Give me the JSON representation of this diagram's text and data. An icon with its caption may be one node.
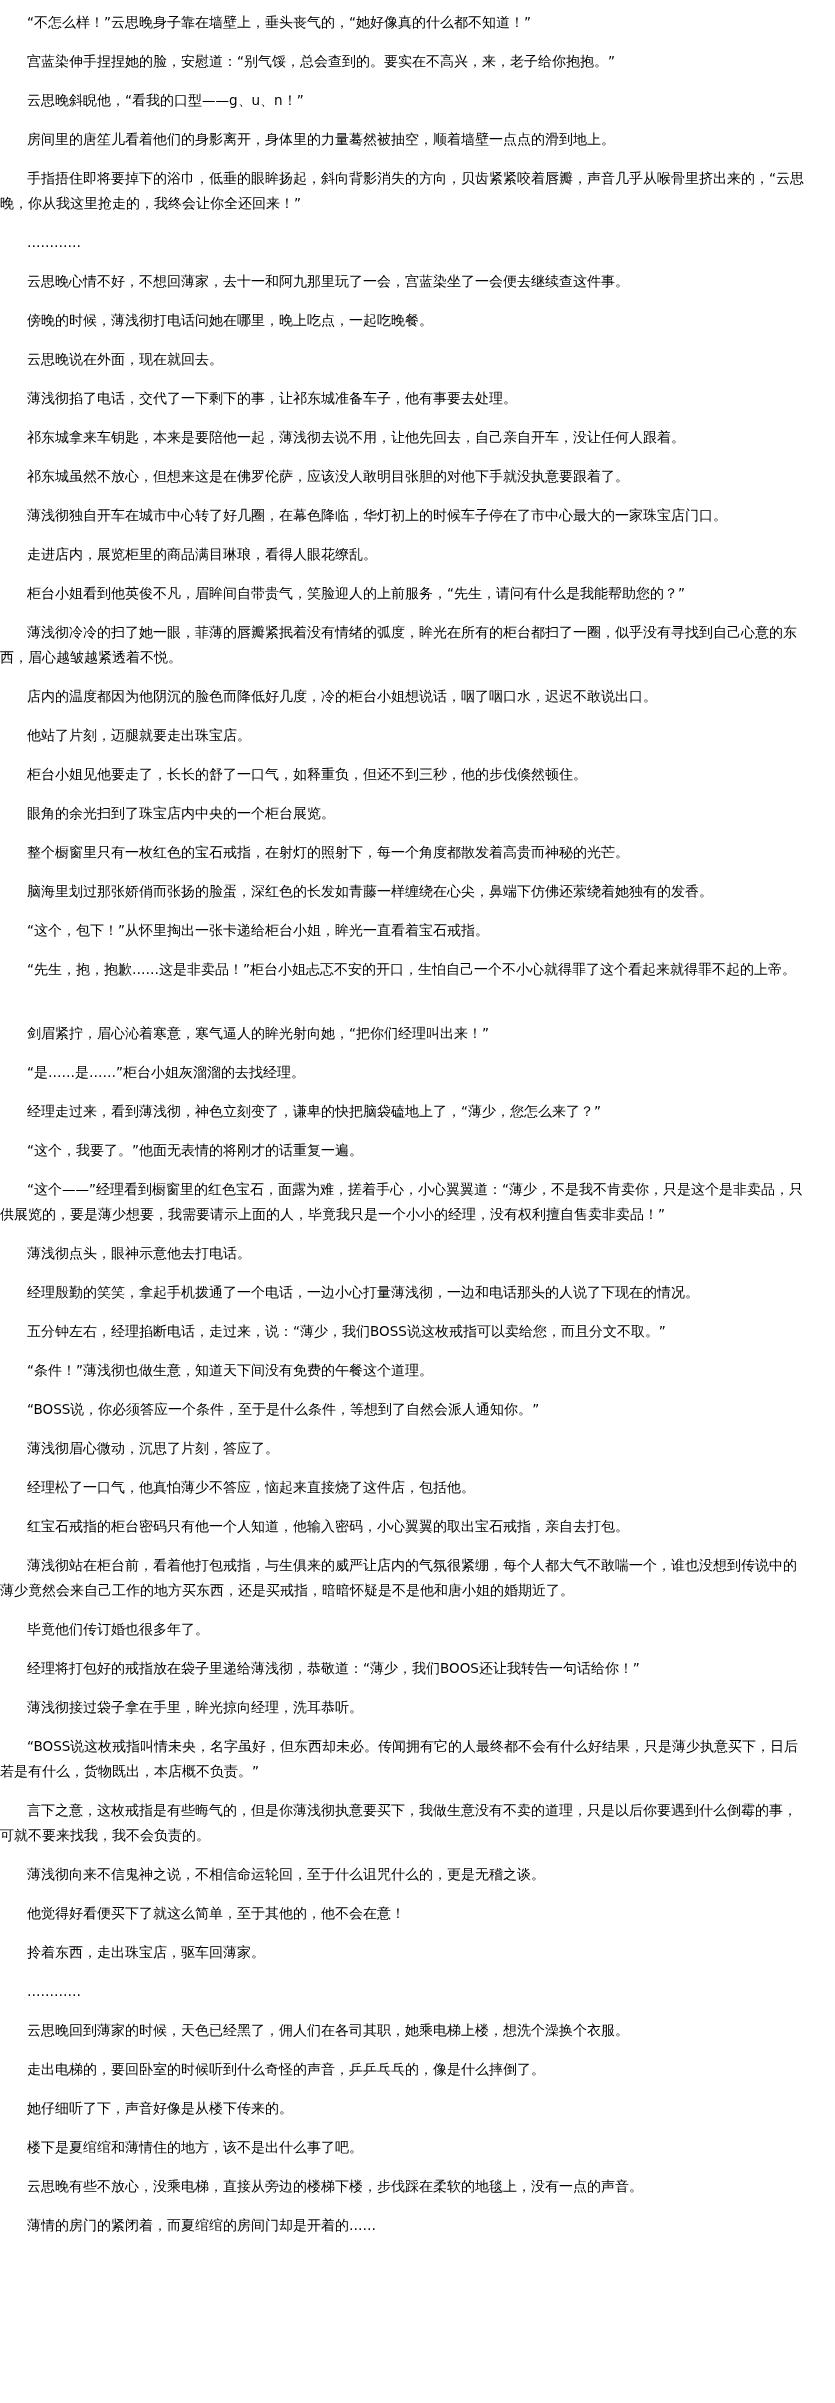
{
  "diagram": {
    "labels": [
      "“不怎么样！”云思晚身子靠在墙壁上，垂头丧气的，“她好像真的什么都不知道！”",
      "宫蓝染伸手捏捏她的脸，安慰道：“别气馁，总会查到的。要实在不高兴，来，老子给你抱抱。”",
      "云思晚斜睨他，“看我的口型——g、u、n！”",
      "房间里的唐笙儿看着他们的身影离开，身体里的力量蓦然被抽空，顺着墙壁一点点的滑到地上。",
      "手指捂住即将要掉下的浴巾，低垂的眼眸扬起，斜向背影消失的方向，贝齿紧紧咬着唇瓣，声音几乎从喉骨里挤出来的，“云思晚，你从我这里抢走的，我终会让你全还回来！”",
      "…………",
      "云思晚心情不好，不想回薄家，去十一和阿九那里玩了一会，宫蓝染坐了一会便去继续查这件事。",
      "傍晚的时候，薄浅彻打电话问她在哪里，晚上吃点，一起吃晚餐。",
      "云思晚说在外面，现在就回去。",
      "薄浅彻掐了电话，交代了一下剩下的事，让祁东城准备车子，他有事要去处理。",
      "祁东城拿来车钥匙，本来是要陪他一起，薄浅彻去说不用，让他先回去，自己亲自开车，没让任何人跟着。",
      "祁东城虽然不放心，但想来这是在佛罗伦萨，应该没人敢明目张胆的对他下手就没执意要跟着了。",
      "薄浅彻独自开车在城市中心转了好几圈，在幕色降临，华灯初上的时候车子停在了市中心最大的一家珠宝店门口。",
      "走进店内，展览柜里的商品满目琳琅，看得人眼花缭乱。",
      "柜台小姐看到他英俊不凡，眉眸间自带贵气，笑脸迎人的上前服务，“先生，请问有什么是我能帮助您的？”",
      "薄浅彻冷冷的扫了她一眼，菲薄的唇瓣紧抿着没有情绪的弧度，眸光在所有的柜台都扫了一圈，似乎没有寻找到自己心意的东西，眉心越皱越紧透着不悦。",
      "店内的温度都因为他阴沉的脸色而降低好几度，冷的柜台小姐想说话，咽了咽口水，迟迟不敢说出口。",
      "他站了片刻，迈腿就要走出珠宝店。",
      "柜台小姐见他要走了，长长的舒了一口气，如释重负，但还不到三秒，他的步伐倏然顿住。",
      "眼角的余光扫到了珠宝店内中央的一个柜台展览。",
      "整个橱窗里只有一枚红色的宝石戒指，在射灯的照射下，每一个角度都散发着高贵而神秘的光芒。",
      "脑海里划过那张娇俏而张扬的脸蛋，深红色的长发如青藤一样缠绕在心尖，鼻端下仿佛还萦绕着她独有的发香。",
      "“这个，包下！”从怀里掏出一张卡递给柜台小姐，眸光一直看着宝石戒指。",
      "“先生，抱，抱歉……这是非卖品！”柜台小姐忐忑不安的开口，生怕自己一个不小心就得罪了这个看起来就得罪不起的上帝。",
      "剑眉紧拧，眉心沁着寒意，寒气逼人的眸光射向她，“把你们经理叫出来！”",
      "“是……是……”柜台小姐灰溜溜的去找经理。",
      "经理走过来，看到薄浅彻，神色立刻变了，谦卑的快把脑袋磕地上了，“薄少，您怎么来了？”",
      "“这个，我要了。”他面无表情的将刚才的话重复一遍。",
      "“这个——”经理看到橱窗里的红色宝石，面露为难，搓着手心，小心翼翼道：“薄少，不是我不肯卖你，只是这个是非卖品，只供展览的，要是薄少想要，我需要请示上面的人，毕竟我只是一个小小的经理，没有权利擅自售卖非卖品！”",
      "薄浅彻点头，眼神示意他去打电话。",
      "经理殷勤的笑笑，拿起手机拨通了一个电话，一边小心打量薄浅彻，一边和电话那头的人说了下现在的情况。",
      "五分钟左右，经理掐断电话，走过来，说：“薄少，我们BOSS说这枚戒指可以卖给您，而且分文不取。”",
      "“条件！”薄浅彻也做生意，知道天下间没有免费的午餐这个道理。",
      "“BOSS说，你必须答应一个条件，至于是什么条件，等想到了自然会派人通知你。”",
      "薄浅彻眉心微动，沉思了片刻，答应了。",
      "经理松了一口气，他真怕薄少不答应，恼起来直接烧了这件店，包括他。",
      "红宝石戒指的柜台密码只有他一个人知道，他输入密码，小心翼翼的取出宝石戒指，亲自去打包。",
      "薄浅彻站在柜台前，看着他打包戒指，与生俱来的威严让店内的气氛很紧绷，每个人都大气不敢喘一个，谁也没想到传说中的薄少竟然会来自己工作的地方买东西，还是买戒指，暗暗怀疑是不是他和唐小姐的婚期近了。",
      "毕竟他们传订婚也很多年了。",
      "经理将打包好的戒指放在袋子里递给薄浅彻，恭敬道：“薄少，我们BOOS还让我转告一句话给你！”",
      "薄浅彻接过袋子拿在手里，眸光掠向经理，洗耳恭听。",
      "“BOSS说这枚戒指叫情未央，名字虽好，但东西却未必。传闻拥有它的人最终都不会有什么好结果，只是薄少执意买下，日后若是有什么，货物既出，本店概不负责。”",
      "言下之意，这枚戒指是有些晦气的，但是你薄浅彻执意要买下，我做生意没有不卖的道理，只是以后你要遇到什么倒霉的事，可就不要来找我，我不会负责的。",
      "薄浅彻向来不信鬼神之说，不相信命运轮回，至于什么诅咒什么的，更是无稽之谈。",
      "他觉得好看便买下了就这么简单，至于其他的，他不会在意！",
      "拎着东西，走出珠宝店，驱车回薄家。",
      "…………",
      "云思晚回到薄家的时候，天色已经黑了，佣人们在各司其职，她乘电梯上楼，想洗个澡换个衣服。",
      "走出电梯的，要回卧室的时候听到什么奇怪的声音，乒乒乓乓的，像是什么摔倒了。",
      "她仔细听了下，声音好像是从楼下传来的。",
      "楼下是夏绾绾和薄情住的地方，该不是出什么事了吧。",
      "云思晚有些不放心，没乘电梯，直接从旁边的楼梯下楼，步伐踩在柔软的地毯上，没有一点的声音。",
      "薄情的房门的紧闭着，而夏绾绾的房间门却是开着的……"
    ]
  }
}
